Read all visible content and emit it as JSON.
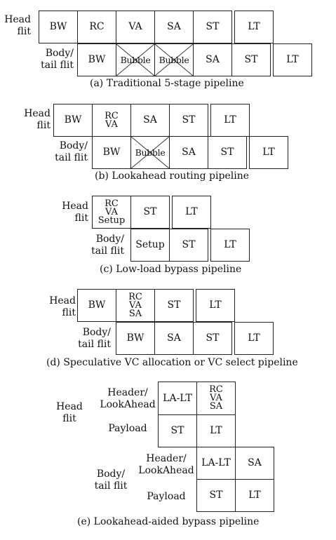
{
  "a": {
    "caption": "(a) Traditional 5-stage pipeline",
    "head_label": [
      "Head",
      "flit"
    ],
    "head_stages": [
      "BW",
      "RC",
      "VA",
      "SA",
      "ST",
      "LT"
    ],
    "body_label": [
      "Body/",
      "tail flit"
    ],
    "body_stages": [
      "BW",
      "Bubble",
      "Bubble",
      "SA",
      "ST",
      "LT"
    ]
  },
  "b": {
    "caption": "(b) Lookahead routing pipeline",
    "head_label": [
      "Head",
      "flit"
    ],
    "head_stages": [
      "BW",
      "RC\nVA",
      "SA",
      "ST",
      "LT"
    ],
    "body_label": [
      "Body/",
      "tail flit"
    ],
    "body_stages": [
      "BW",
      "Bubble",
      "SA",
      "ST",
      "LT"
    ]
  },
  "c": {
    "caption": "(c) Low-load bypass pipeline",
    "head_label": [
      "Head",
      "flit"
    ],
    "head_stages": [
      "RC\nVA\nSetup",
      "ST",
      "LT"
    ],
    "body_label": [
      "Body/",
      "tail flit"
    ],
    "body_stages": [
      "Setup",
      "ST",
      "LT"
    ]
  },
  "d": {
    "caption": "(d) Speculative VC allocation or VC select pipeline",
    "head_label": [
      "Head",
      "flit"
    ],
    "head_stages": [
      "BW",
      "RC\nVA\nSA",
      "ST",
      "LT"
    ],
    "body_label": [
      "Body/",
      "tail flit"
    ],
    "body_stages": [
      "BW",
      "SA",
      "ST",
      "LT"
    ]
  },
  "e": {
    "caption": "(e) Lookahead-aided bypass pipeline",
    "head_label": [
      "Head",
      "flit"
    ],
    "body_label": [
      "Body/",
      "tail flit"
    ],
    "header_label": [
      "Header/",
      "LookAhead"
    ],
    "payload_label": "Payload",
    "head_header_stages": [
      "LA-LT",
      "RC\nVA\nSA"
    ],
    "head_payload_stages": [
      "ST",
      "LT"
    ],
    "body_header_stages": [
      "LA-LT",
      "SA"
    ],
    "body_payload_stages": [
      "ST",
      "LT"
    ]
  }
}
